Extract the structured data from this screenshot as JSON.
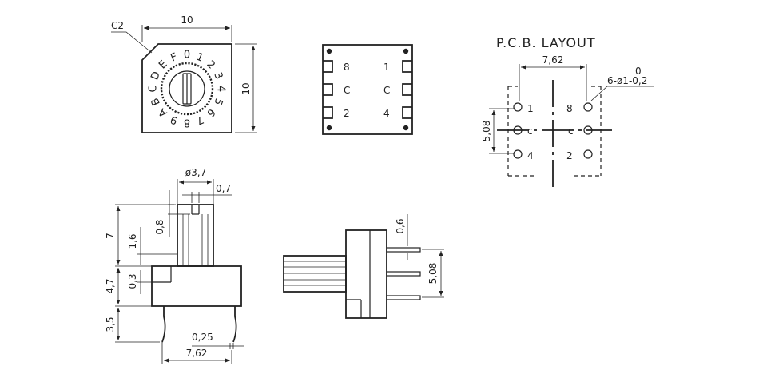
{
  "top_view": {
    "chamfer_label": "C2",
    "width_label": "10",
    "height_label": "10",
    "dial_digits": [
      "0",
      "1",
      "2",
      "3",
      "4",
      "5",
      "6",
      "7",
      "8",
      "9",
      "A",
      "B",
      "C",
      "D",
      "E",
      "F"
    ]
  },
  "pin_view": {
    "left_labels": [
      "8",
      "C",
      "2"
    ],
    "right_labels": [
      "1",
      "C",
      "4"
    ]
  },
  "pcb_layout": {
    "title": "P.C.B. LAYOUT",
    "pitch_h": "7,62",
    "pitch_v": "5,08",
    "hole_tol_top": "0",
    "hole_spec": "6-ø1-0,2",
    "labels": [
      "1",
      "8",
      "c",
      "c",
      "4",
      "2"
    ]
  },
  "side_view": {
    "shaft_dia": "ø3,7",
    "slot_width": "0,7",
    "slot_depth": "0,8",
    "shaft_total": "7",
    "shaft_step": "1,6",
    "body_height": "4,7",
    "step_height": "0,3",
    "pin_length": "3,5",
    "pin_width": "0,25",
    "pin_pitch": "7,62"
  },
  "end_view": {
    "pin_thickness": "0,6",
    "pin_pitch": "5,08"
  }
}
